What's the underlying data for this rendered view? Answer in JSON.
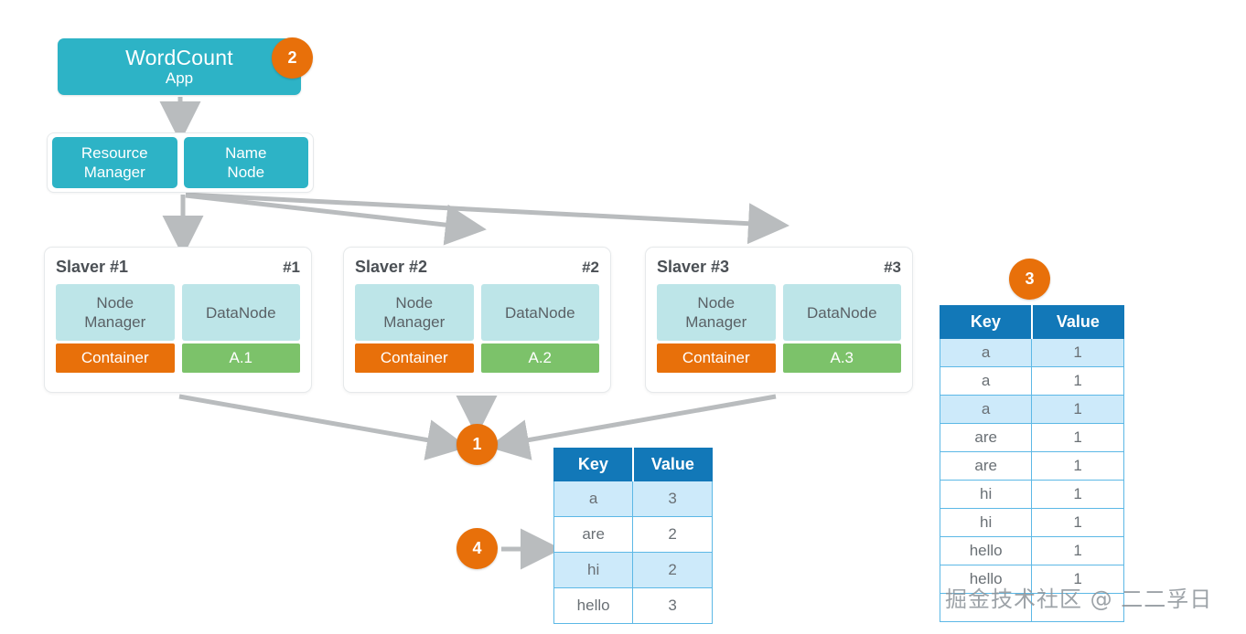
{
  "diagram": {
    "title": "Hadoop WordCount MapReduce flow",
    "colors": {
      "teal": "#2db3c6",
      "pale_cyan": "#bde5e8",
      "orange": "#e8700a",
      "green": "#7cc26a",
      "table_header_blue": "#1278b8",
      "table_row_alt": "#cdeafa",
      "arrow_gray": "#b9bcbe"
    }
  },
  "app": {
    "title": "WordCount",
    "subtitle": "App"
  },
  "master": {
    "cells": [
      {
        "label": "Resource\nManager",
        "line1": "Resource",
        "line2": "Manager"
      },
      {
        "label": "Name\nNode",
        "line1": "Name",
        "line2": "Node"
      }
    ]
  },
  "slavers": [
    {
      "name": "Slaver #1",
      "index": "#1",
      "node_manager": "Node\nManager",
      "node_manager_line1": "Node",
      "node_manager_line2": "Manager",
      "data_node": "DataNode",
      "container": "Container",
      "block": "A.1"
    },
    {
      "name": "Slaver #2",
      "index": "#2",
      "node_manager": "Node\nManager",
      "node_manager_line1": "Node",
      "node_manager_line2": "Manager",
      "data_node": "DataNode",
      "container": "Container",
      "block": "A.2"
    },
    {
      "name": "Slaver #3",
      "index": "#3",
      "node_manager": "Node\nManager",
      "node_manager_line1": "Node",
      "node_manager_line2": "Manager",
      "data_node": "DataNode",
      "container": "Container",
      "block": "A.3"
    }
  ],
  "badges": {
    "step1": "1",
    "step2": "2",
    "step3": "3",
    "step4": "4"
  },
  "tables": {
    "reduce": {
      "headers": [
        "Key",
        "Value"
      ],
      "rows": [
        [
          "a",
          "3"
        ],
        [
          "are",
          "2"
        ],
        [
          "hi",
          "2"
        ],
        [
          "hello",
          "3"
        ]
      ]
    },
    "shuffle": {
      "headers": [
        "Key",
        "Value"
      ],
      "rows": [
        [
          "a",
          "1"
        ],
        [
          "a",
          "1"
        ],
        [
          "a",
          "1"
        ],
        [
          "are",
          "1"
        ],
        [
          "are",
          "1"
        ],
        [
          "hi",
          "1"
        ],
        [
          "hi",
          "1"
        ],
        [
          "hello",
          "1"
        ],
        [
          "hello",
          "1"
        ],
        [
          "",
          ""
        ]
      ]
    }
  },
  "watermark": {
    "text": "掘金技术社区 @ 二二孚日"
  }
}
